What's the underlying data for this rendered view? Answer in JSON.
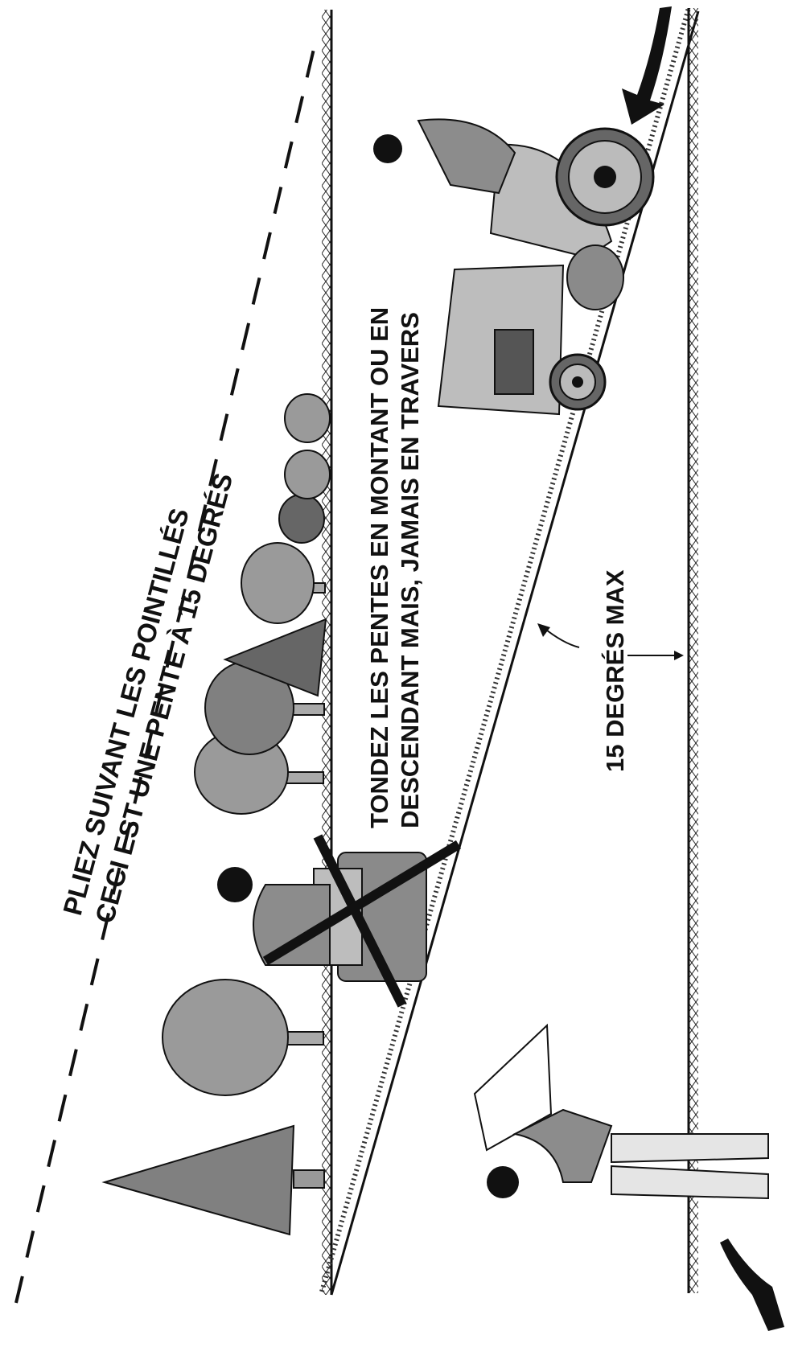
{
  "fold_note": {
    "line1": "PLIEZ SUIVANT LES POINTILLÉS",
    "line2": "CECI EST UNE PENTE À 15 DEGRÉS"
  },
  "mowing_rule": {
    "line1": "TONDEZ LES PENTES EN MONTANT OU EN",
    "line2": "DESCENDANT MAIS, JAMAIS EN TRAVERS"
  },
  "angle_label": "15 DEGRÉS MAX",
  "colors": {
    "ink": "#111111",
    "tree_light": "#9a9a9a",
    "tree_mid": "#808080",
    "tree_dark": "#666666",
    "mower_body": "#bdbdbd",
    "shirt": "#8c8c8c"
  },
  "icons": [
    "direction-arrow-icon",
    "cross-mark-icon",
    "tree-icon",
    "mower-icon",
    "person-icon"
  ]
}
